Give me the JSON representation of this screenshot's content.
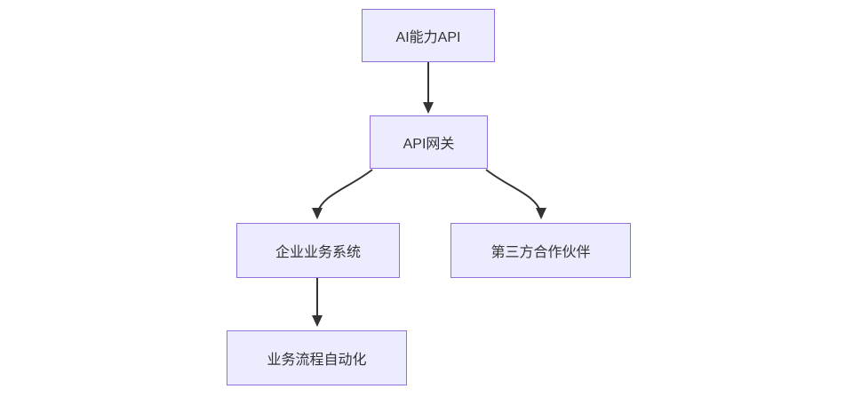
{
  "diagram": {
    "type": "flowchart",
    "direction": "top-down",
    "nodes": [
      {
        "id": "ai-api",
        "label": "AI能力API"
      },
      {
        "id": "api-gateway",
        "label": "API网关"
      },
      {
        "id": "enterprise-systems",
        "label": "企业业务系统"
      },
      {
        "id": "third-party-partners",
        "label": "第三方合作伙伴"
      },
      {
        "id": "process-automation",
        "label": "业务流程自动化"
      }
    ],
    "edges": [
      {
        "from": "AI能力API",
        "to": "API网关"
      },
      {
        "from": "API网关",
        "to": "企业业务系统"
      },
      {
        "from": "API网关",
        "to": "第三方合作伙伴"
      },
      {
        "from": "企业业务系统",
        "to": "业务流程自动化"
      }
    ],
    "colors": {
      "node_fill": "#ECECFF",
      "node_border": "#9370DB",
      "edge": "#333333",
      "text": "#333333",
      "background": "#FFFFFF"
    }
  }
}
